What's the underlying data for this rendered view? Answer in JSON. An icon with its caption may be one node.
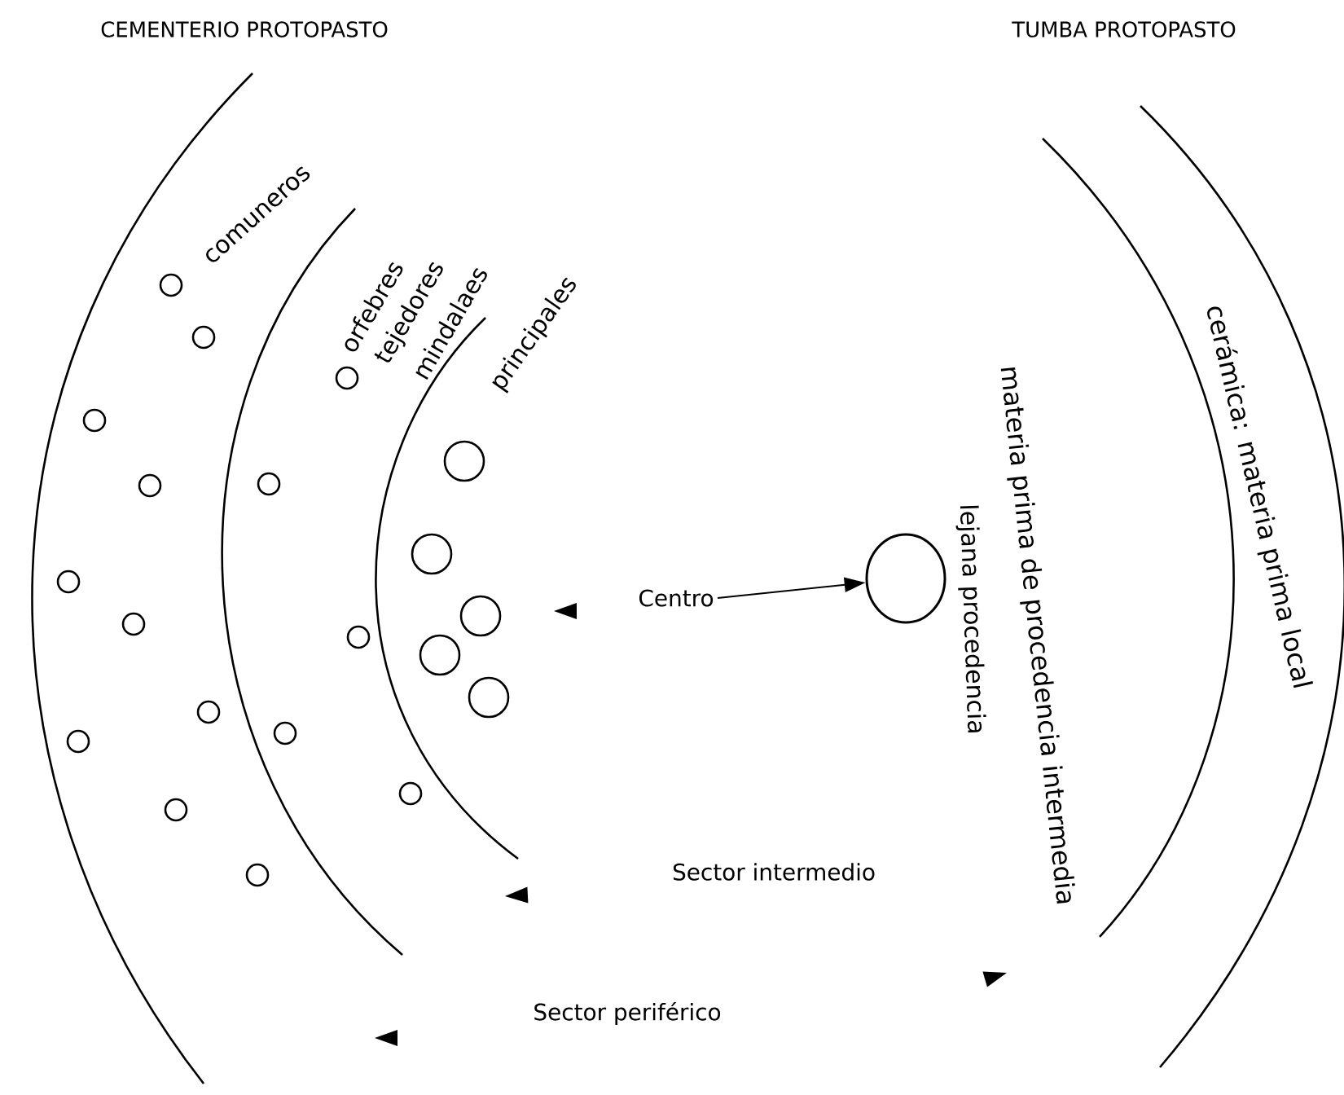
{
  "diagram": {
    "nodes": [
      {
        "text": [
          "Centro"
        ]
      },
      {
        "text": [],
        "shape": "circle"
      },
      {
        "text": [
          "Sector intermedio"
        ]
      },
      {
        "text": [
          "Sector periférico"
        ]
      }
    ],
    "edges": [
      {
        "from": 0,
        "to": 1,
        "arrow": "to"
      }
    ],
    "labels": [
      "CEMENTERIO PROTOPASTO",
      "TUMBA PROTOPASTO",
      "comuneros",
      "orfebres",
      "tejedores",
      "mindalaes",
      "principales",
      "cerámica: materia prima local",
      "materia prima de procedencia intermedia",
      "lejana procedencia"
    ]
  }
}
